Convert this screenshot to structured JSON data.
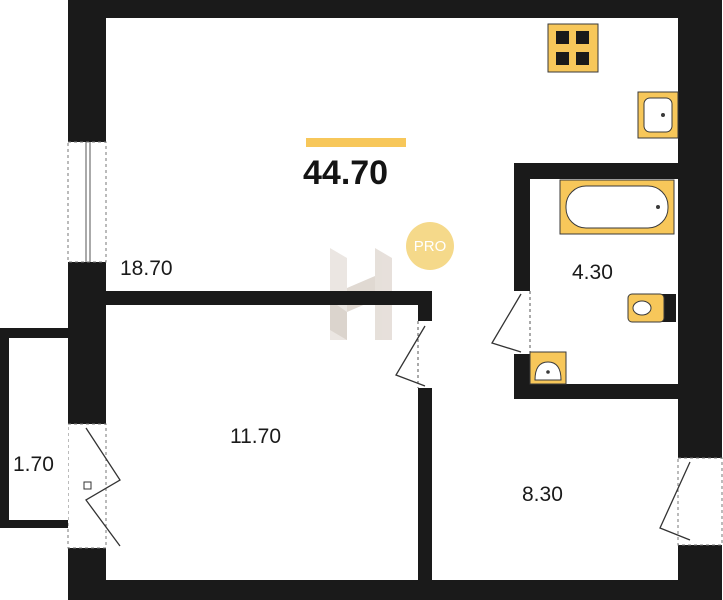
{
  "plan": {
    "total_area": "44.70",
    "rooms": {
      "living": "18.70",
      "bedroom": "11.70",
      "bathroom": "4.30",
      "hall": "8.30",
      "balcony": "1.70"
    },
    "badge": "PRO"
  },
  "colors": {
    "wall": "#1a1a1a",
    "accent": "#f7c75a",
    "fixture_fill": "#f7c75a",
    "fixture_stroke": "#3a3a3a",
    "badge": "#f5d98a",
    "watermark": "#e7e2dd"
  },
  "icons": [
    "stove-icon",
    "kitchen-sink-icon",
    "bathtub-icon",
    "toilet-icon",
    "wash-basin-icon",
    "watermark-logo"
  ]
}
